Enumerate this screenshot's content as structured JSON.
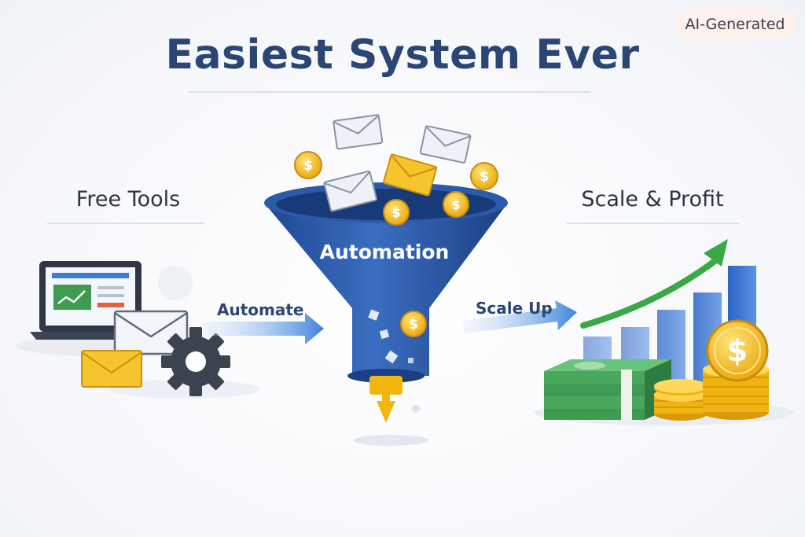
{
  "badge": "AI-Generated",
  "title": "Easiest System Ever",
  "stages": {
    "left": "Free Tools",
    "center": "Automation",
    "right": "Scale & Profit"
  },
  "arrows": {
    "left": "Automate",
    "right": "Scale Up"
  },
  "colors": {
    "title": "#2b4574",
    "funnel": "#2f5fae",
    "arrow": "#4a8fe0",
    "growth_arrow": "#3aa945",
    "coin": "#f2b70f",
    "envelope_yellow": "#f6c42c",
    "money": "#3f9a52"
  },
  "icons": [
    "laptop-icon",
    "envelope-icon",
    "gear-icon",
    "funnel-icon",
    "coin-icon",
    "money-stack-icon",
    "bar-chart-icon",
    "growth-arrow-icon"
  ]
}
